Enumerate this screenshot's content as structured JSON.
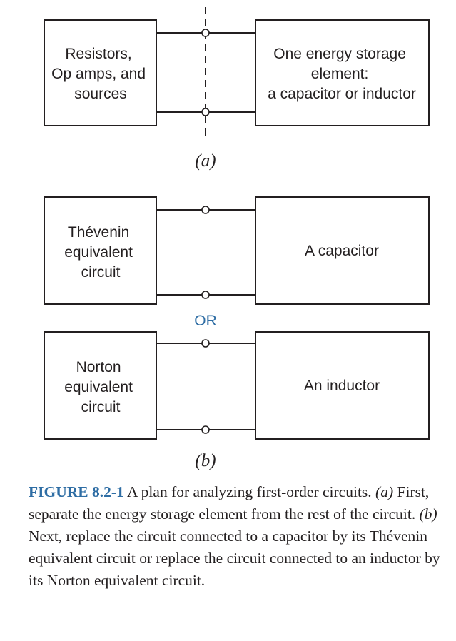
{
  "part_a": {
    "left_box": [
      "Resistors,",
      "Op amps, and",
      "sources"
    ],
    "right_box": [
      "One energy storage",
      "element:",
      "a capacitor or inductor"
    ],
    "label": "(a)"
  },
  "part_b": {
    "top_left_box": [
      "Thévenin",
      "equivalent",
      "circuit"
    ],
    "top_right_box": "A capacitor",
    "separator": "OR",
    "bottom_left_box": [
      "Norton",
      "equivalent",
      "circuit"
    ],
    "bottom_right_box": "An inductor",
    "label": "(b)"
  },
  "caption": {
    "figure_label": "FIGURE 8.2-1",
    "text_1": " A plan for analyzing first-order circuits. ",
    "tag_a": "(a)",
    "text_2": " First, separate the energy storage element from the rest of the circuit. ",
    "tag_b": "(b)",
    "text_3": " Next, replace the circuit connected to a capacitor by its Thévenin equivalent circuit or replace the circuit connected to an inductor by its Norton equivalent circuit."
  }
}
